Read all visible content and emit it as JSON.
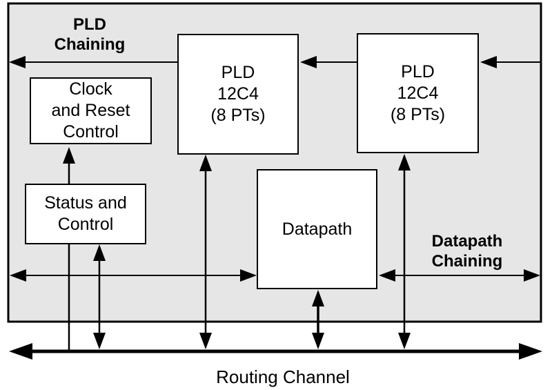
{
  "colors": {
    "background": "#ffffff",
    "panel_fill": "#e6e6e6",
    "line": "#000000",
    "box_fill": "#ffffff",
    "text": "#000000"
  },
  "diagram": {
    "labels": {
      "pld_chaining": "PLD\nChaining",
      "datapath_chaining": "Datapath\nChaining",
      "routing_channel": "Routing Channel"
    },
    "boxes": {
      "clock_reset_control": "Clock\nand Reset\nControl",
      "status_and_control": "Status and\nControl",
      "pld_left": "PLD\n12C4\n(8 PTs)",
      "pld_right": "PLD\n12C4\n(8 PTs)",
      "datapath": "Datapath"
    }
  }
}
